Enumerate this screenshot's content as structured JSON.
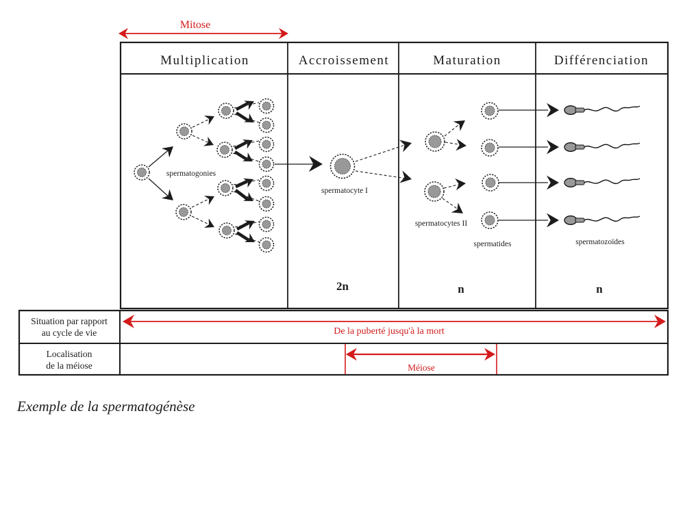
{
  "title_caption": "Exemple de la spermatogénèse",
  "colors": {
    "red": "#d41a1a",
    "ink": "#1c1c1c",
    "cell_gray": "#999999"
  },
  "mitose_label": "Mitose",
  "table": {
    "headers": [
      "Multiplication",
      "Accroissement",
      "Maturation",
      "Différenciation"
    ],
    "stage_labels": {
      "spermatogonies": "spermatogonies",
      "spermatocyte_i": "spermatocyte I",
      "spermatocytes_ii": "spermatocytes II",
      "spermatides": "spermatides",
      "spermatozoides": "spermatozoïdes"
    },
    "ploidy": {
      "accroissement": "2n",
      "maturation": "n",
      "differenciation": "n"
    }
  },
  "life_cycle_row": {
    "label_line1": "Situation par rapport",
    "label_line2": "au cycle de vie",
    "arrow_label": "De la puberté jusqu'à la mort"
  },
  "meiosis_row": {
    "label_line1": "Localisation",
    "label_line2": "de la méiose",
    "arrow_label": "Méiose"
  }
}
